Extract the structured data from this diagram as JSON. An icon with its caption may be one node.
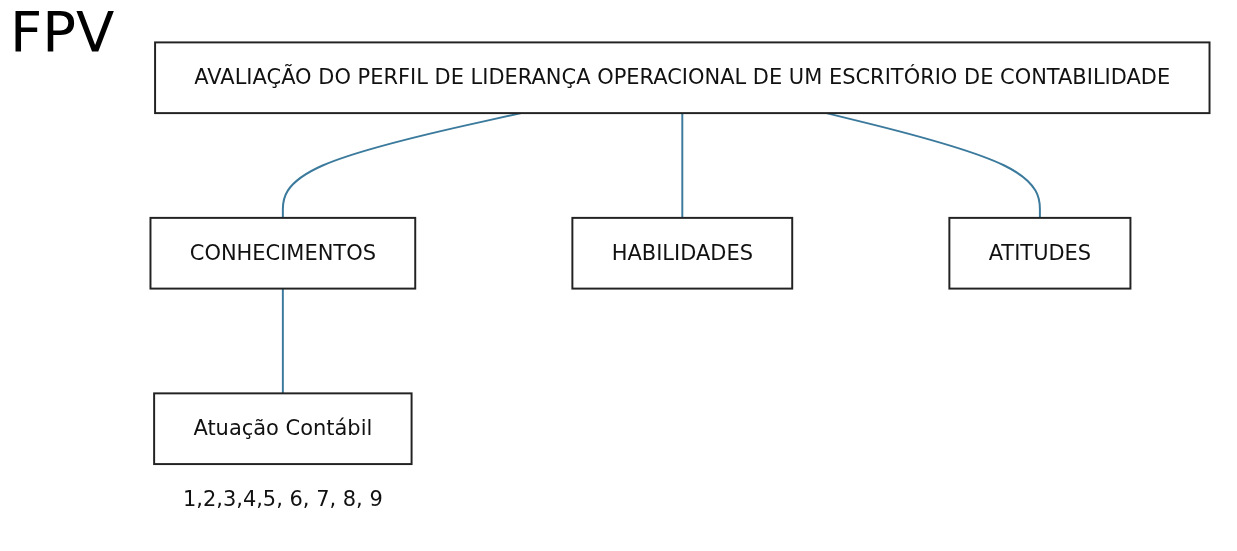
{
  "diagram": {
    "nodes": [
      {
        "text": [
          "AVALIAÇÃO DO PERFIL DE LIDERANÇA OPERACIONAL DE UM ESCRITÓRIO DE CONTABILIDADE"
        ]
      },
      {
        "text": [
          "CONHECIMENTOS"
        ]
      },
      {
        "text": [
          "HABILIDADES"
        ]
      },
      {
        "text": [
          "ATITUDES"
        ]
      },
      {
        "text": [
          "Atuação Contábil"
        ],
        "beside": [
          "1,2,3,4,5, 6, 7, 8, 9"
        ]
      }
    ],
    "edges": [
      {
        "from": 0,
        "to": 1,
        "arrow": "none"
      },
      {
        "from": 0,
        "to": 2,
        "arrow": "none"
      },
      {
        "from": 0,
        "to": 3,
        "arrow": "none"
      },
      {
        "from": 1,
        "to": 4,
        "arrow": "none"
      }
    ],
    "labels": [
      "FPV"
    ]
  }
}
